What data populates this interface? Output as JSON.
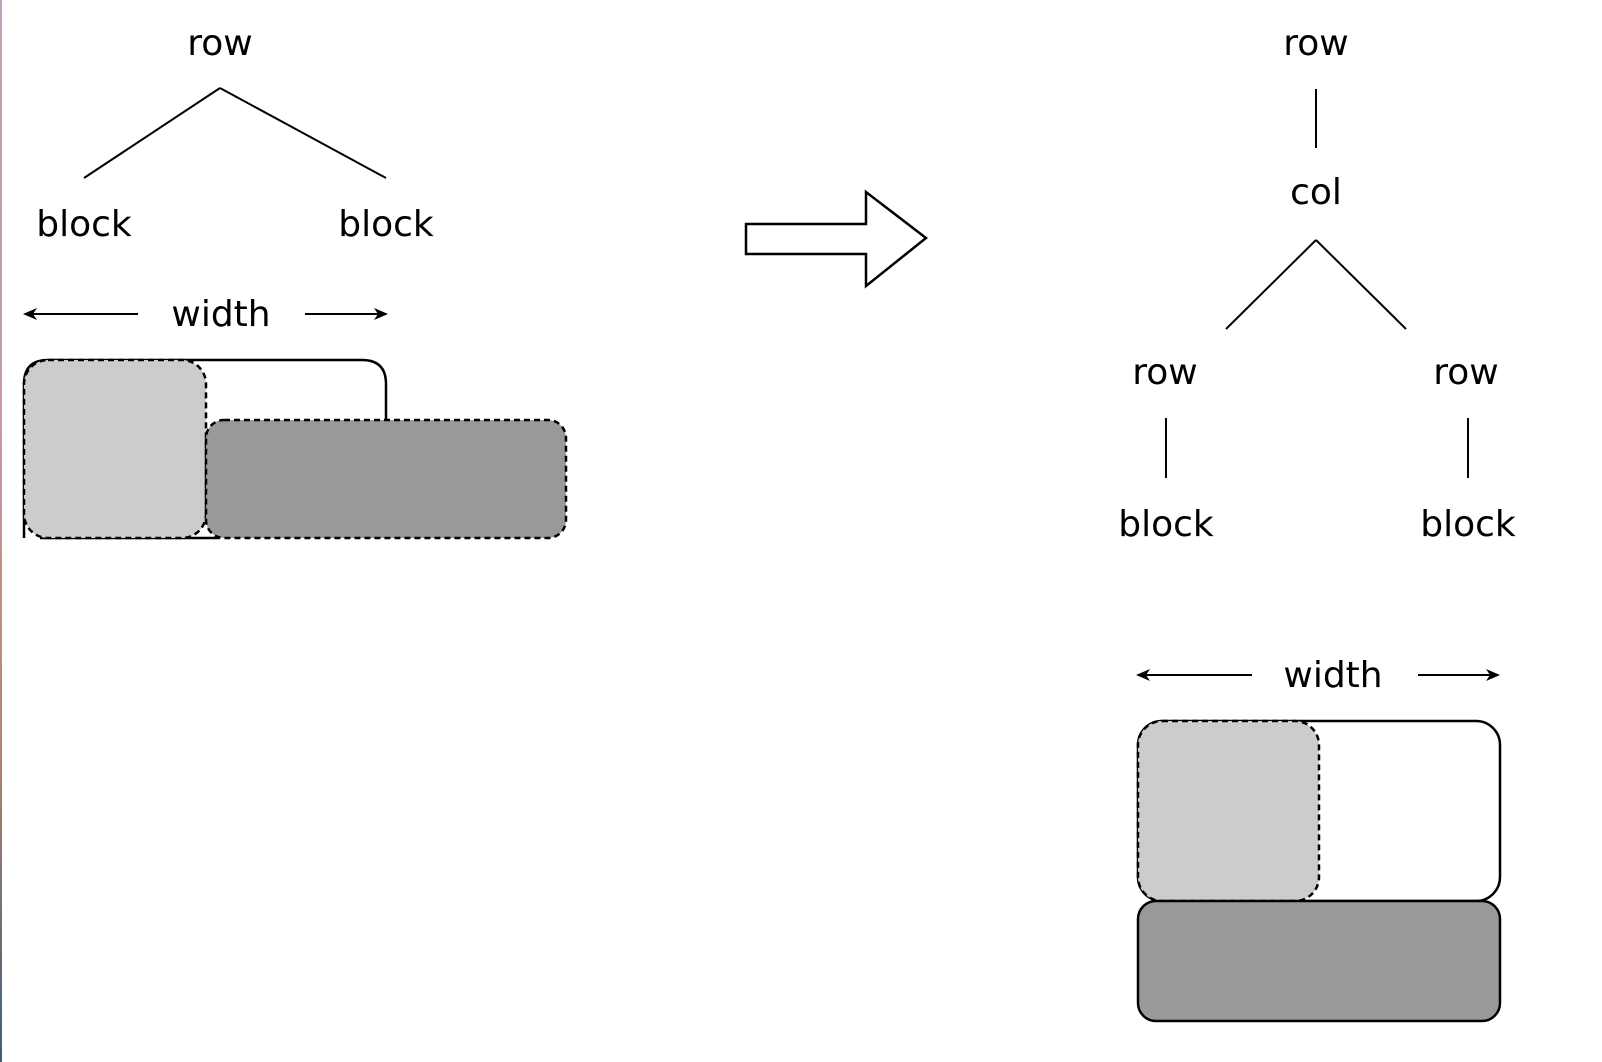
{
  "left_tree": {
    "root": "row",
    "children": [
      "block",
      "block"
    ],
    "dimension_label": "width"
  },
  "right_tree": {
    "root": "row",
    "middle": "col",
    "rows": [
      "row",
      "row"
    ],
    "leaves": [
      "block",
      "block"
    ],
    "dimension_label": "width"
  },
  "colors": {
    "light_block": "#cccccc",
    "dark_block": "#999999",
    "stroke": "#000000",
    "background": "#ffffff"
  }
}
